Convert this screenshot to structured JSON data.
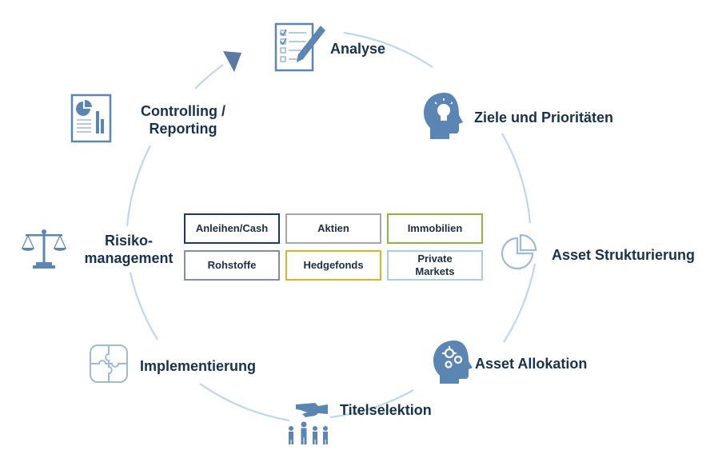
{
  "colors": {
    "ring": "#bcd8ef",
    "icon": "#5b86b4",
    "icon_light": "#9fbad6",
    "text": "#17324f"
  },
  "cycle": {
    "steps": [
      {
        "id": "analyse",
        "label": "Analyse",
        "icon": "checklist-pencil-icon"
      },
      {
        "id": "ziele",
        "label": "Ziele und Prioritäten",
        "icon": "head-lightbulb-icon"
      },
      {
        "id": "struktur",
        "label": "Asset Strukturierung",
        "icon": "pie-chart-icon"
      },
      {
        "id": "allokation",
        "label": "Asset Allokation",
        "icon": "head-gears-icon"
      },
      {
        "id": "titel",
        "label": "Titelselektion",
        "icon": "hand-picking-people-icon"
      },
      {
        "id": "implement",
        "label": "Implementierung",
        "icon": "puzzle-icon"
      },
      {
        "id": "risiko",
        "label_line1": "Risiko-",
        "label_line2": "management",
        "icon": "scales-icon"
      },
      {
        "id": "controlling",
        "label_line1": "Controlling /",
        "label_line2": "Reporting",
        "icon": "report-document-icon"
      }
    ]
  },
  "asset_classes": [
    {
      "label": "Anleihen/Cash",
      "border": "#1c3a5e"
    },
    {
      "label": "Aktien",
      "border": "#a6a6a6"
    },
    {
      "label": "Immobilien",
      "border": "#8db542"
    },
    {
      "label": "Rohstoffe",
      "border": "#7f8fa8"
    },
    {
      "label": "Hedgefonds",
      "border": "#e0b325"
    },
    {
      "label_line1": "Private",
      "label_line2": "Markets",
      "border": "#a9ccec"
    }
  ]
}
